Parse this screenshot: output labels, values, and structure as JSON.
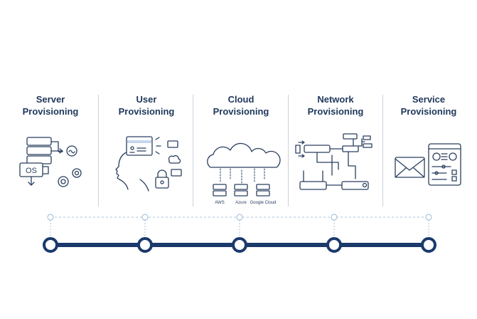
{
  "stages": [
    {
      "title_line1": "Server",
      "title_line2": "Provisioning",
      "icon": "server-os-gears-icon",
      "os_label": "OS"
    },
    {
      "title_line1": "User",
      "title_line2": "Provisioning",
      "icon": "user-id-card-lock-icon"
    },
    {
      "title_line1": "Cloud",
      "title_line2": "Provisioning",
      "icon": "cloud-icon",
      "providers": [
        "AWS",
        "Azure",
        "Google Cloud"
      ]
    },
    {
      "title_line1": "Network",
      "title_line2": "Provisioning",
      "icon": "network-router-icon"
    },
    {
      "title_line1": "Service",
      "title_line2": "Provisioning",
      "icon": "envelope-settings-panel-icon"
    }
  ],
  "colors": {
    "primary": "#1b3a6b",
    "text": "#20385c",
    "dotted": "#a9c4de",
    "divider": "#c9d2de"
  }
}
